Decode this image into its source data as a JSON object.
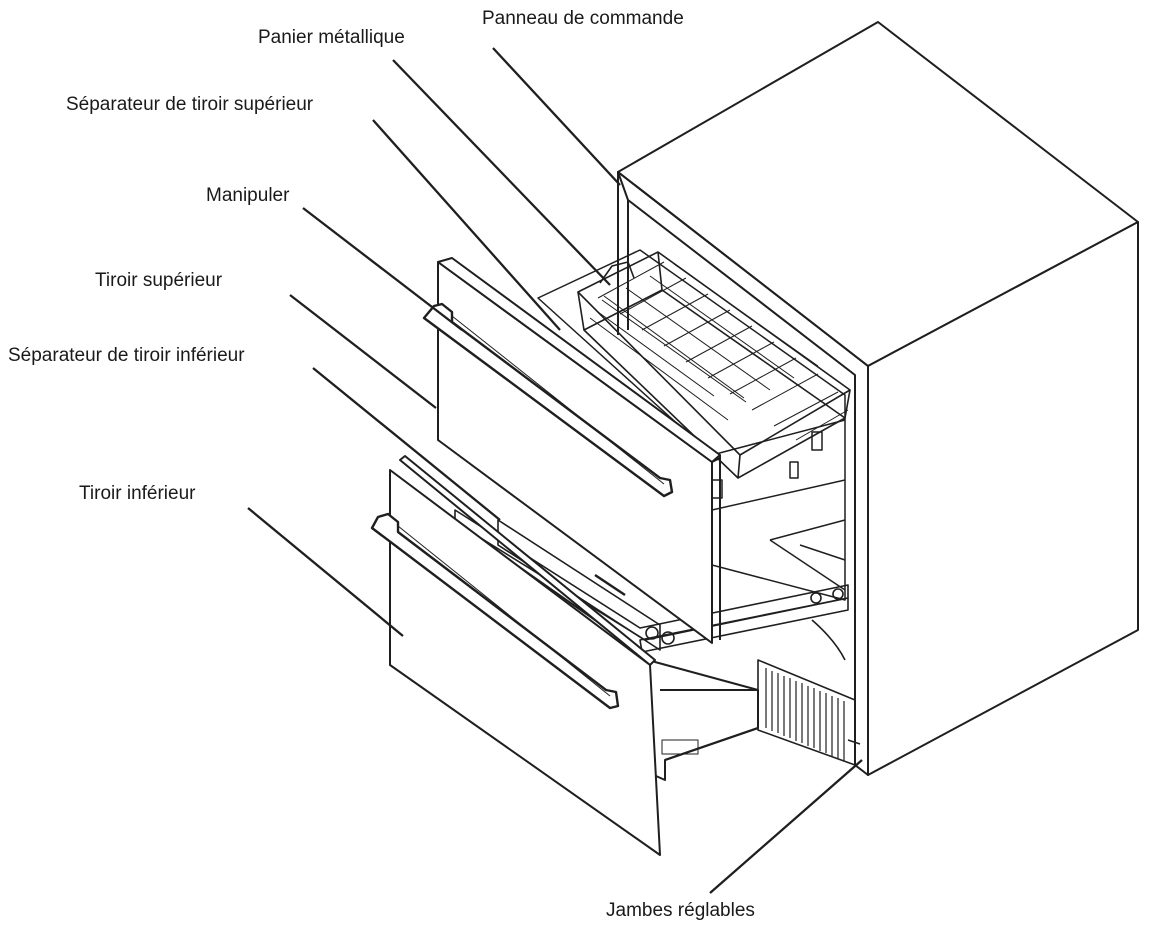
{
  "labels": {
    "control_panel": "Panneau de commande",
    "wire_basket": "Panier métallique",
    "upper_drawer_divider": "Séparateur de tiroir supérieur",
    "handle": "Manipuler",
    "upper_drawer": "Tiroir supérieur",
    "lower_drawer_divider": "Séparateur de tiroir inférieur",
    "lower_drawer": "Tiroir inférieur",
    "adjustable_legs": "Jambes réglables"
  }
}
